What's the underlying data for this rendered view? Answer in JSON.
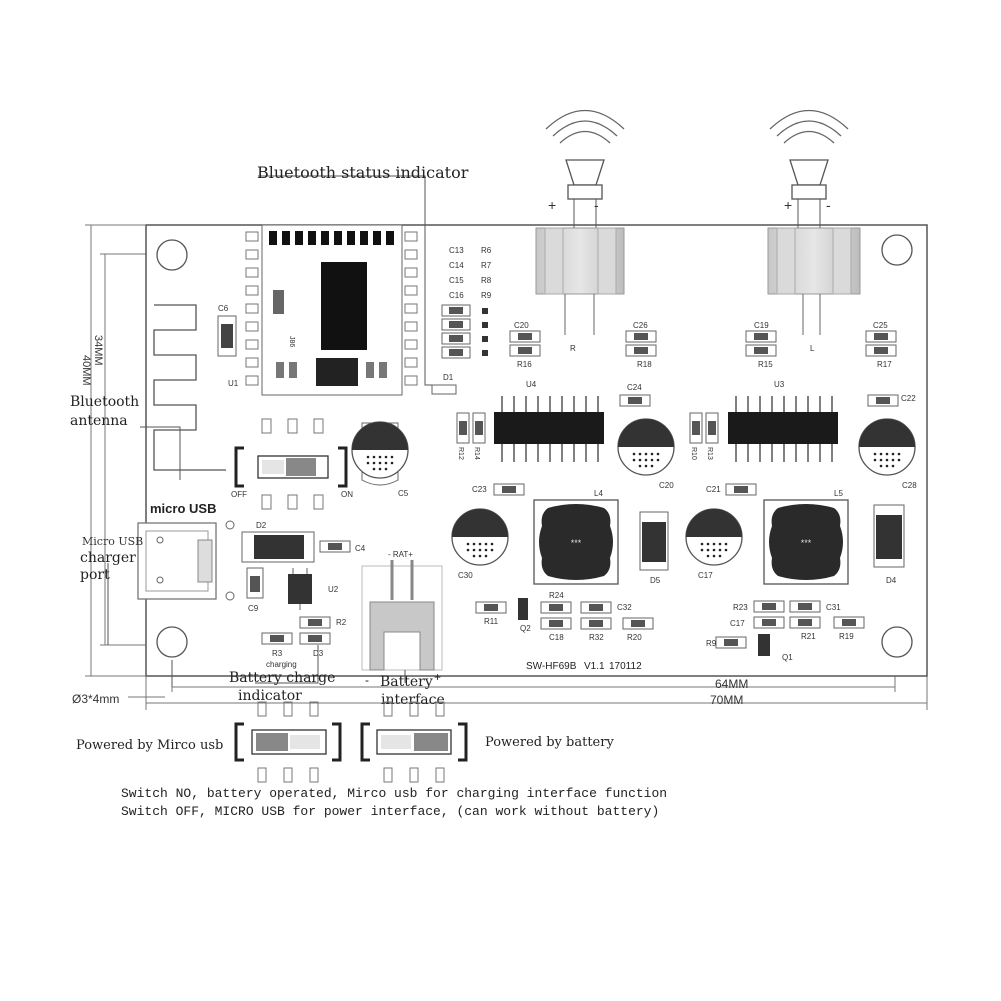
{
  "callouts": {
    "bt_status": "Bluetooth status indicator",
    "bt_antenna_1": "Bluetooth",
    "bt_antenna_2": "antenna",
    "micro_usb": "micro USB",
    "usb_port_1": "Micro USB",
    "usb_port_2": "charger",
    "usb_port_3": "port",
    "batt_charge_1": "Battery charge",
    "batt_charge_2": "indicator",
    "batt_iface_1": "Battery",
    "batt_iface_2": "interface",
    "batt_plus": "+",
    "batt_minus": "-",
    "powered_usb": "Powered by Mirco usb",
    "powered_batt": "Powered by battery",
    "note_on": "Switch NO, battery operated, Mirco usb for charging interface function",
    "note_off": "Switch OFF, MICRO USB for power interface, (can work without battery)"
  },
  "dimensions": {
    "h_inner": "34MM",
    "h_outer": "40MM",
    "w_inner": "64MM",
    "w_outer": "70MM",
    "hole": "Ø3*4mm"
  },
  "board": {
    "model": "SW-HF69B",
    "version": "V1.1",
    "date": "170112",
    "charging": "charging",
    "rat": "- RAT+",
    "off": "OFF",
    "on": "ON",
    "spk_r": "R",
    "spk_l": "L",
    "plus": "+",
    "minus": "-"
  },
  "refdes": {
    "c13": "C13",
    "c14": "C14",
    "c15": "C15",
    "c16": "C16",
    "r6": "R6",
    "r7": "R7",
    "r8": "R8",
    "r9": "R9",
    "c6": "C6",
    "u1": "U1",
    "d1": "D1",
    "j86": "J86",
    "c20": "C20",
    "r16": "R16",
    "c26": "C26",
    "r18": "R18",
    "c19": "C19",
    "r15": "R15",
    "c25": "C25",
    "r17": "R17",
    "u4": "U4",
    "u3": "U3",
    "c24": "C24",
    "c22": "C22",
    "r12": "R12",
    "r14": "R14",
    "r10": "R10",
    "r13": "R13",
    "c5": "C5",
    "c20b": "C20",
    "c28": "C28",
    "c23": "C23",
    "l4": "L4",
    "c21": "C21",
    "l5": "L5",
    "c30": "C30",
    "d5": "D5",
    "c17": "C17",
    "d4": "D4",
    "d2": "D2",
    "c4": "C4",
    "c9": "C9",
    "u2": "U2",
    "r2": "R2",
    "r3": "R3",
    "d3": "D3",
    "r11": "R11",
    "q2": "Q2",
    "r24": "R24",
    "c18": "C18",
    "c32": "C32",
    "r32": "R32",
    "r20": "R20",
    "r23": "R23",
    "c31": "C31",
    "c17b": "C17",
    "r21": "R21",
    "r19": "R19",
    "r9b": "R9",
    "q1": "Q1"
  }
}
